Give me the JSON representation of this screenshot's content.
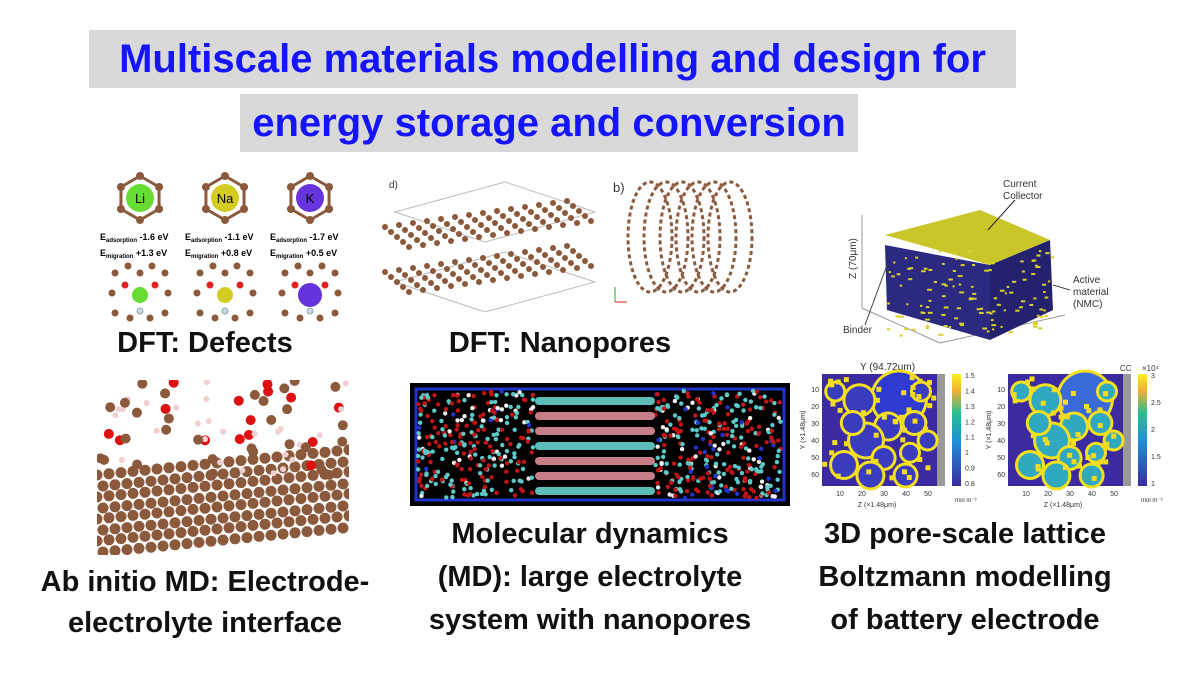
{
  "title": {
    "line1": "Multiscale materials modelling and design for",
    "line2": "energy storage and conversion"
  },
  "panels": {
    "defects": {
      "caption": "DFT: Defects",
      "atoms": [
        "Li",
        "Na",
        "K"
      ],
      "energies": [
        {
          "ads": "-1.6 eV",
          "mig": "+1.3 eV"
        },
        {
          "ads": "-1.1 eV",
          "mig": "+0.8 eV"
        },
        {
          "ads": "-1.7 eV",
          "mig": "+0.5 eV"
        }
      ],
      "ads_label": "E",
      "ads_sub": "adsorption",
      "mig_label": "E",
      "mig_sub": "migration",
      "colors": [
        "#66dd33",
        "#d4cc22",
        "#6633dd"
      ]
    },
    "nanopores": {
      "caption": "DFT: Nanopores",
      "label_d": "d)",
      "label_b": "b)"
    },
    "electrode3d": {
      "current_collector": "Current Collector",
      "active_material": "Active material (NMC)",
      "binder": "Binder",
      "z_axis": "Z (70μm)"
    },
    "heatmaps": {
      "top_label": "Y (94.72μm)",
      "cc_label": "CC",
      "exp_label": "×10⁴",
      "xlabel": "Z (×1.48μm)",
      "ylabel": "Y (×1.48μm)",
      "unit": "mol m⁻³",
      "xticks": [
        "10",
        "20",
        "30",
        "40",
        "50"
      ],
      "yticks": [
        "10",
        "20",
        "30",
        "40",
        "50",
        "60"
      ],
      "cbar1": [
        "1.5",
        "1.4",
        "1.3",
        "1.2",
        "1.1",
        "1",
        "0.9",
        "0.8"
      ],
      "cbar2": [
        "3",
        "2.5",
        "2",
        "1.5",
        "1"
      ]
    },
    "aimd": {
      "caption1": "Ab initio MD: Electrode-",
      "caption2": "electrolyte interface"
    },
    "md": {
      "caption1": "Molecular dynamics",
      "caption2": "(MD): large electrolyte",
      "caption3": "system with nanopores"
    },
    "lbm": {
      "caption1": "3D pore-scale lattice",
      "caption2": "Boltzmann modelling",
      "caption3": "of battery electrode"
    }
  },
  "colors": {
    "title_text": "#1414ff",
    "title_bg": "#d9d9d9",
    "carbon": "#8b5a3c",
    "oxygen": "#dd2222"
  }
}
